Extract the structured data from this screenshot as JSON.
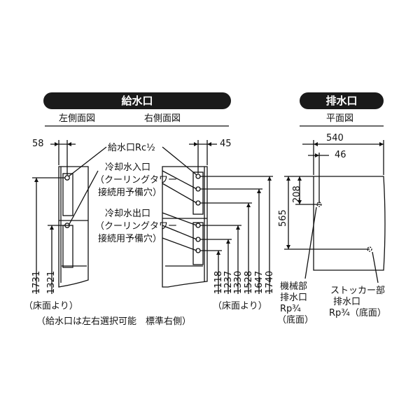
{
  "supply": {
    "title": "給水口",
    "left_view": "左側面図",
    "right_view": "右側面図",
    "dim_left": "58",
    "dim_right": "45",
    "supply_label": "給水口Rc½",
    "coolin_label": [
      "冷却水入口",
      "（クーリングタワー",
      "接続用予備穴）"
    ],
    "coolout_label": [
      "冷却水出口",
      "（クーリングタワー",
      "接続用予備穴）"
    ],
    "left_heights": [
      "1731",
      "1321"
    ],
    "right_heights": [
      "1118",
      "1237",
      "1330",
      "1528",
      "1647",
      "1740"
    ],
    "floor_left": "（床面より）",
    "floor_right": "（床面より）",
    "note": "（給水口は左右選択可能　標準右側）"
  },
  "drain": {
    "title": "排水口",
    "plan_view": "平面図",
    "dim_width": "540",
    "dim_offset": "46",
    "dim_depth": "565",
    "dim_208": "208",
    "machine_drain": [
      "機械部",
      "排水口",
      "Rp¾",
      "（底面）"
    ],
    "stocker_drain": [
      "ストッカー部",
      "排水口",
      "Rp¾（底面）"
    ]
  }
}
